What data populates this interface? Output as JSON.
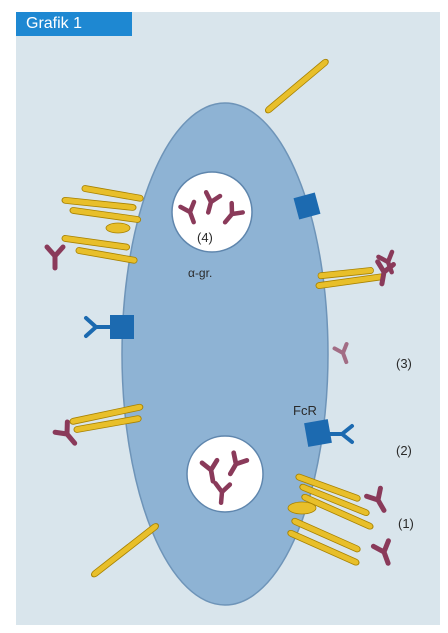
{
  "header": {
    "title": "Grafik 1"
  },
  "diagram": {
    "cell_label": "α-gr.",
    "receptor_label": "FcR",
    "markers": [
      "(1)",
      "(2)",
      "(3)",
      "(4)"
    ]
  },
  "colors": {
    "background": "#d9e5ec",
    "header": "#1e88d2",
    "cell": "#8eb3d4",
    "cell_outline": "#6e94b8",
    "receptor": "#1c6ab0",
    "rod": "#e8bf2a",
    "rod_outline": "#a88200",
    "antibody": "#8a3a5a"
  }
}
